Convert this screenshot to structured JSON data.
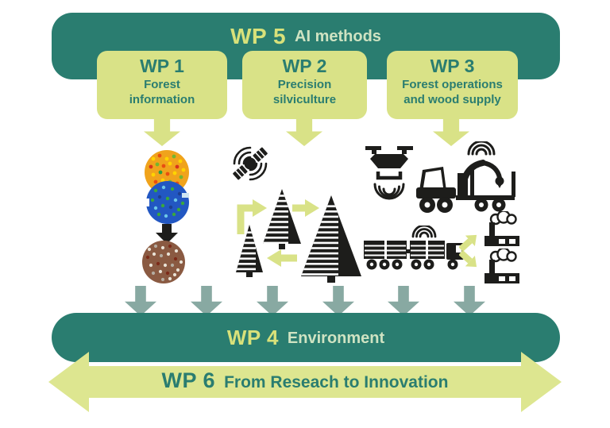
{
  "colors": {
    "teal": "#2a7d70",
    "light_green": "#d9e287",
    "wp6_arrow_green": "#dde690",
    "wp_number_on_teal": "#d8e17a",
    "subtitle_on_teal": "#cfe3c2",
    "sage_arrow": "#88a9a2",
    "icon_black": "#1d1d1b"
  },
  "wp5_banner": {
    "id": "WP 5",
    "label": "AI methods"
  },
  "wp_boxes": [
    {
      "id": "WP 1",
      "label": "Forest\ninformation"
    },
    {
      "id": "WP 2",
      "label": "Precision\nsilviculture"
    },
    {
      "id": "WP 3",
      "label": "Forest operations\nand wood supply"
    }
  ],
  "wp4_banner": {
    "id": "WP 4",
    "label": "Environment"
  },
  "wp6_arrow": {
    "id": "WP 6",
    "label": "From Reseach to Innovation"
  },
  "icons": [
    "forest-heatmap-circle-icon",
    "forest-map-circle-icon",
    "black-down-arrow-icon",
    "forest-photo-circle-icon",
    "satellite-icon",
    "tree-growth-cycle-icon",
    "growth-cycle-arrows-icon",
    "drone-icon",
    "harvester-icon",
    "wifi-signal-icon",
    "log-truck-icon",
    "factory-icon",
    "distribution-arrows-icon",
    "down-arrow-icon",
    "double-headed-arrow-icon"
  ]
}
